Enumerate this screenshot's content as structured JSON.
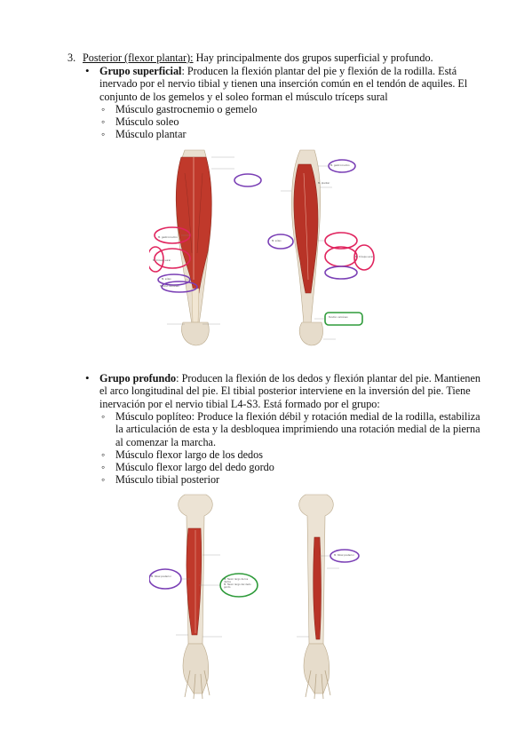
{
  "section": {
    "number": "3.",
    "title": "Posterior (flexor plantar):",
    "intro": " Hay principalmente dos grupos superficial y profundo."
  },
  "superficial": {
    "heading": "Grupo superficial",
    "text": ": Producen la flexión plantar del pie y flexión de la rodilla. Está inervado por el nervio tibial y tienen una inserción común en el tendón de aquiles. El conjunto de los gemelos y el soleo forman el músculo tríceps sural",
    "items": [
      "Músculo gastrocnemio o gemelo",
      "Músculo soleo",
      "Músculo plantar"
    ]
  },
  "deep": {
    "heading": "Grupo profundo",
    "text": ": Producen la flexión de los dedos y flexión plantar del pie. Mantienen el arco longitudinal del pie. El tibial posterior interviene en la inversión del pie. Tiene inervación por el nervio tibial L4-S3. Está formado por el grupo:",
    "items": [
      "Músculo poplíteo: Produce la flexión débil y rotación medial de la rodilla, estabiliza la articulación de esta y la desbloquea imprimiendo una rotación medial de la pierna al comenzar la marcha.",
      "Músculo flexor largo de los dedos",
      "Músculo flexor largo del dedo gordo",
      "Músculo tibial posterior"
    ]
  },
  "figure_labels": {
    "fig1_left": [
      "M. plantar",
      "M. tríceps sural",
      "M. gastrocnemio",
      "M. sóleo",
      "Tendón calcáneo"
    ],
    "fig1_right": [
      "M. gastrocnemio",
      "M. sóleo",
      "M. tríceps sural",
      "Tendón calcáneo"
    ],
    "fig2_left": [
      "M. tibial posterior",
      "M. flexor largo de los dedos",
      "M. flexor largo del dedo gordo"
    ],
    "fig2_right": [
      "M. tibial posterior"
    ]
  },
  "colors": {
    "muscle": "#c0392b",
    "circle_purple": "#7a3fb5",
    "circle_red": "#e0245e",
    "circle_green": "#2e9b3a"
  }
}
